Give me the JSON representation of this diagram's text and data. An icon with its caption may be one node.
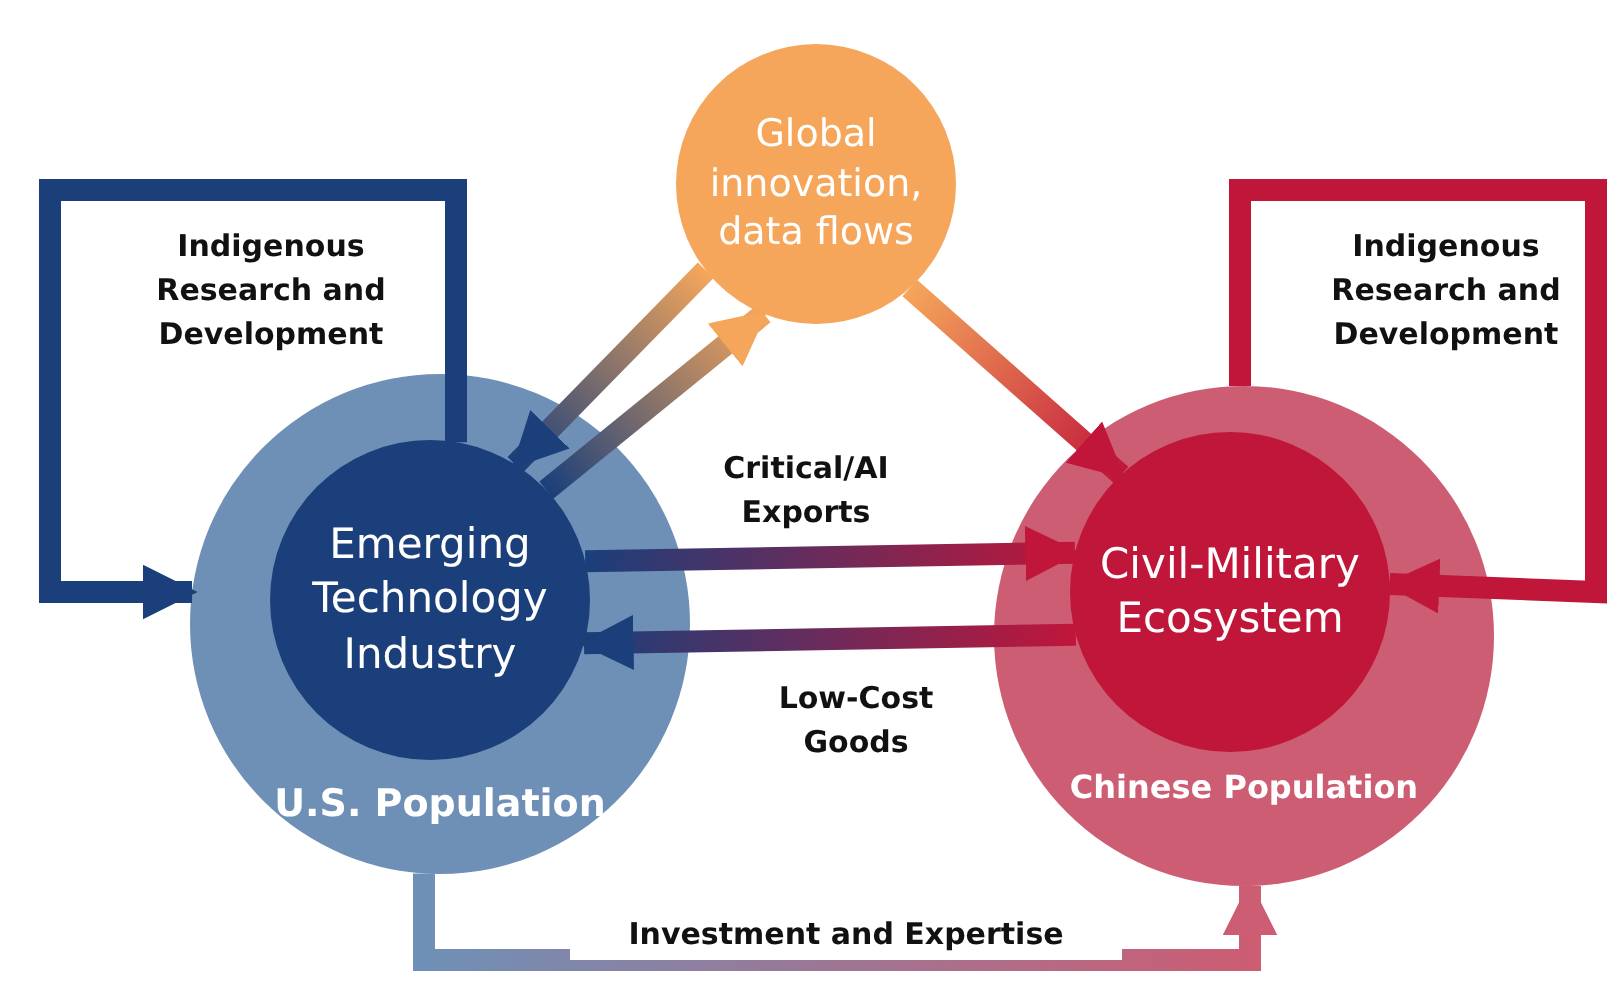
{
  "diagram": {
    "nodes": [
      {
        "text": [
          "Global innovation, data flows"
        ]
      },
      {
        "text": [
          "U.S. Population"
        ]
      },
      {
        "text": [
          "Emerging Technology Industry"
        ],
        "in": 1
      },
      {
        "text": [
          "Chinese Population"
        ]
      },
      {
        "text": [
          "Civil-Military Ecosystem"
        ],
        "in": 3
      }
    ],
    "edges": [
      {
        "from": 2,
        "to": 1,
        "arrow": "to",
        "label": "Indigenous Research and Development",
        "color": "#1a3f7a"
      },
      {
        "from": 3,
        "to": 4,
        "arrow": "to",
        "label": "Indigenous Research and Development",
        "color": "#c0163a"
      },
      {
        "from": 2,
        "to": 0,
        "arrow": "to"
      },
      {
        "from": 0,
        "to": 2,
        "arrow": "to"
      },
      {
        "from": 0,
        "to": 4,
        "arrow": "to"
      },
      {
        "from": 2,
        "to": 4,
        "arrow": "to",
        "label": "Critical/AI Exports"
      },
      {
        "from": 4,
        "to": 2,
        "arrow": "to",
        "label": "Low-Cost Goods"
      },
      {
        "from": 1,
        "to": 3,
        "arrow": "to",
        "label": "Investment and Expertise"
      }
    ]
  }
}
